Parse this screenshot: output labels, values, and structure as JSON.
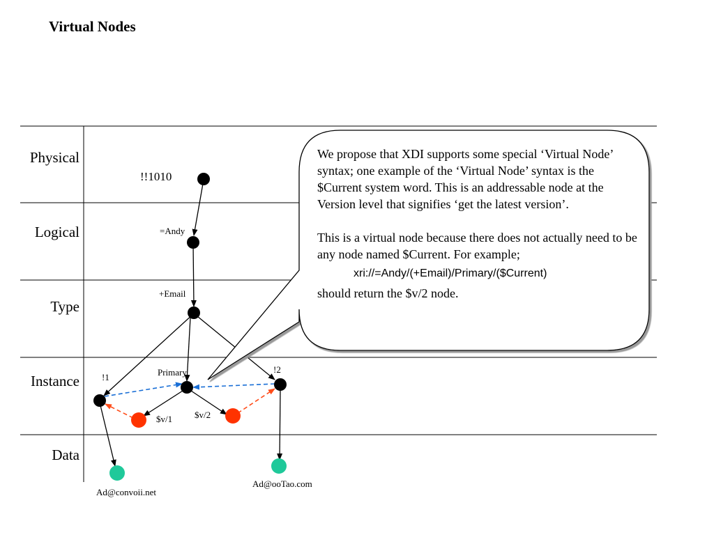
{
  "slide": {
    "title": "Virtual Nodes"
  },
  "rows": [
    "Physical",
    "Logical",
    "Type",
    "Instance",
    "Data"
  ],
  "nodes": {
    "n1010": "!!1010",
    "andy": "=Andy",
    "email": "+Email",
    "one": "!1",
    "primary": "Primary",
    "two": "!2",
    "v1": "$v/1",
    "v2": "$v/2",
    "data1": "Ad@convoii.net",
    "data2": "Ad@ooTao.com"
  },
  "colors": {
    "black_node": "#000000",
    "virtual_node": "#ff3300",
    "data_node": "#1fc99a",
    "blue_arrow": "#1a6fd6",
    "orange_arrow": "#ff4d1a"
  },
  "callout": {
    "para1": "We propose that XDI supports some special ‘Virtual Node’ syntax; one example of the ‘Virtual Node’ syntax is the $Current system word. This is an addressable node at the Version level that signifies ‘get the latest version’.",
    "para2": "This is a virtual node because there does not actually need to be any node named $Current. For example;",
    "uri": "xri://=Andy/(+Email)/Primary/($Current)",
    "para3": "should return the $v/2 node."
  }
}
